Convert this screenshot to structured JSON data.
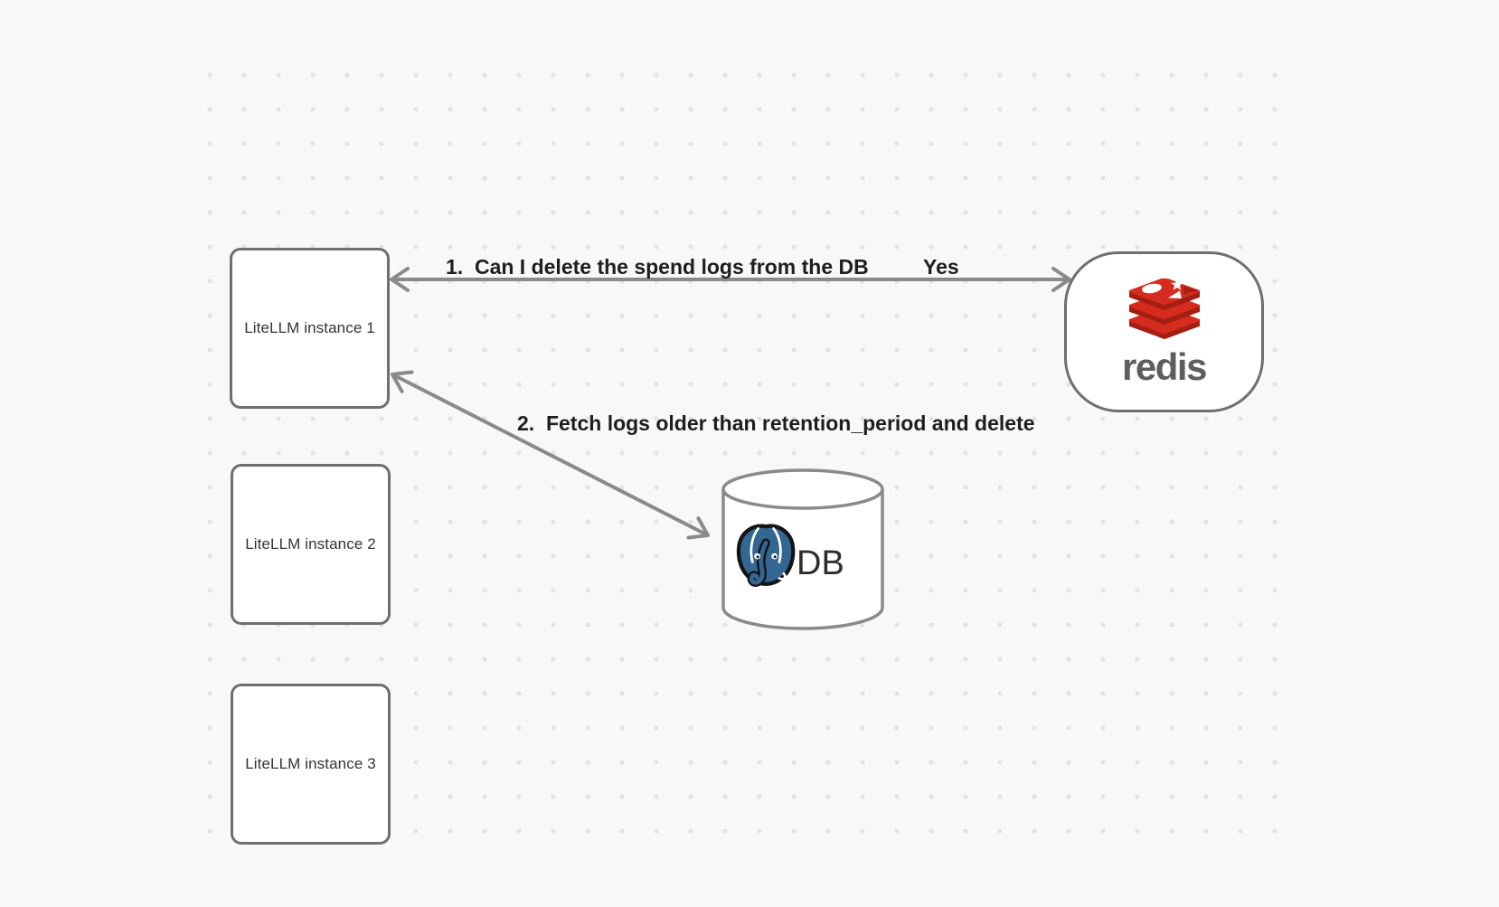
{
  "diagram": {
    "instances": [
      {
        "label": "LiteLLM instance 1"
      },
      {
        "label": "LiteLLM instance 2"
      },
      {
        "label": "LiteLLM instance 3"
      }
    ],
    "redis": {
      "wordmark": "redis"
    },
    "database": {
      "label": "DB"
    },
    "arrows": {
      "redis_query": {
        "label": "1.  Can I delete the spend logs from the DB",
        "response": "Yes"
      },
      "db_action": {
        "label": "2.  Fetch logs older than retention_period and delete"
      }
    },
    "colors": {
      "redis_red": "#d62c20",
      "redis_dark_red": "#a41e11",
      "redis_wordmark_gray": "#5d5e60",
      "postgres_blue": "#336791",
      "arrow_gray": "#8a8a8a",
      "shape_border_gray": "#6f6f6f",
      "label_text": "#1e1e1e",
      "canvas_background": "#f8f8f8",
      "dot_grid": "#e3e3e4"
    }
  }
}
